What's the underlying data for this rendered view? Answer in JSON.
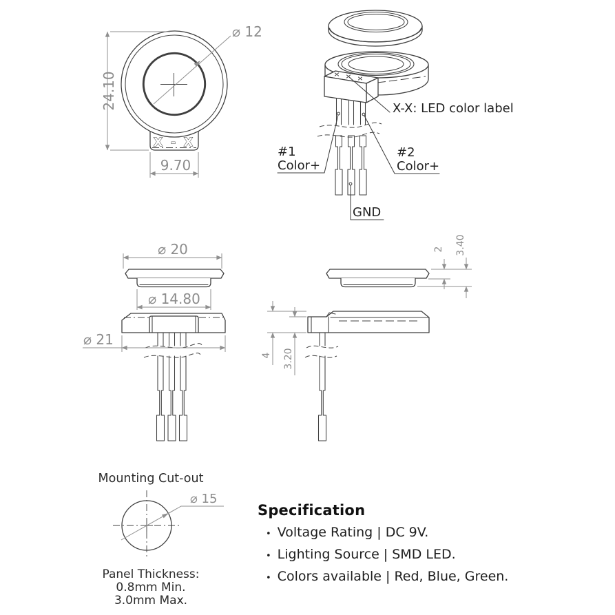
{
  "front_view": {
    "dia": "⌀ 12",
    "height": "24.10",
    "width": "9.70",
    "section": "X - X"
  },
  "exploded": {
    "note": "X-X: LED color label",
    "pin1": "#1",
    "pin1_label": "Color+",
    "pin2": "#2",
    "pin2_label": "Color+",
    "gnd": "GND"
  },
  "side_views": {
    "cap_dia": "⌀ 20",
    "lens_dia": "⌀ 14.80",
    "body_dia": "⌀ 21",
    "lip_height": "2",
    "cap_height": "3.40",
    "body_height": "4",
    "bezel_height": "3.20"
  },
  "cutout": {
    "title": "Mounting Cut-out",
    "dia": "⌀ 15",
    "panel": [
      "Panel Thickness:",
      "0.8mm Min.",
      "3.0mm Max."
    ]
  },
  "spec": {
    "title": "Specification",
    "bullet": "•",
    "items": [
      "Voltage Rating |  DC  9V.",
      "Lighting Source | SMD LED.",
      "Colors available | Red, Blue, Green."
    ]
  },
  "colors": {
    "outline": "#3f3f3f",
    "dimension": "#8f8f8f",
    "text": "#222222",
    "background": "#ffffff"
  }
}
